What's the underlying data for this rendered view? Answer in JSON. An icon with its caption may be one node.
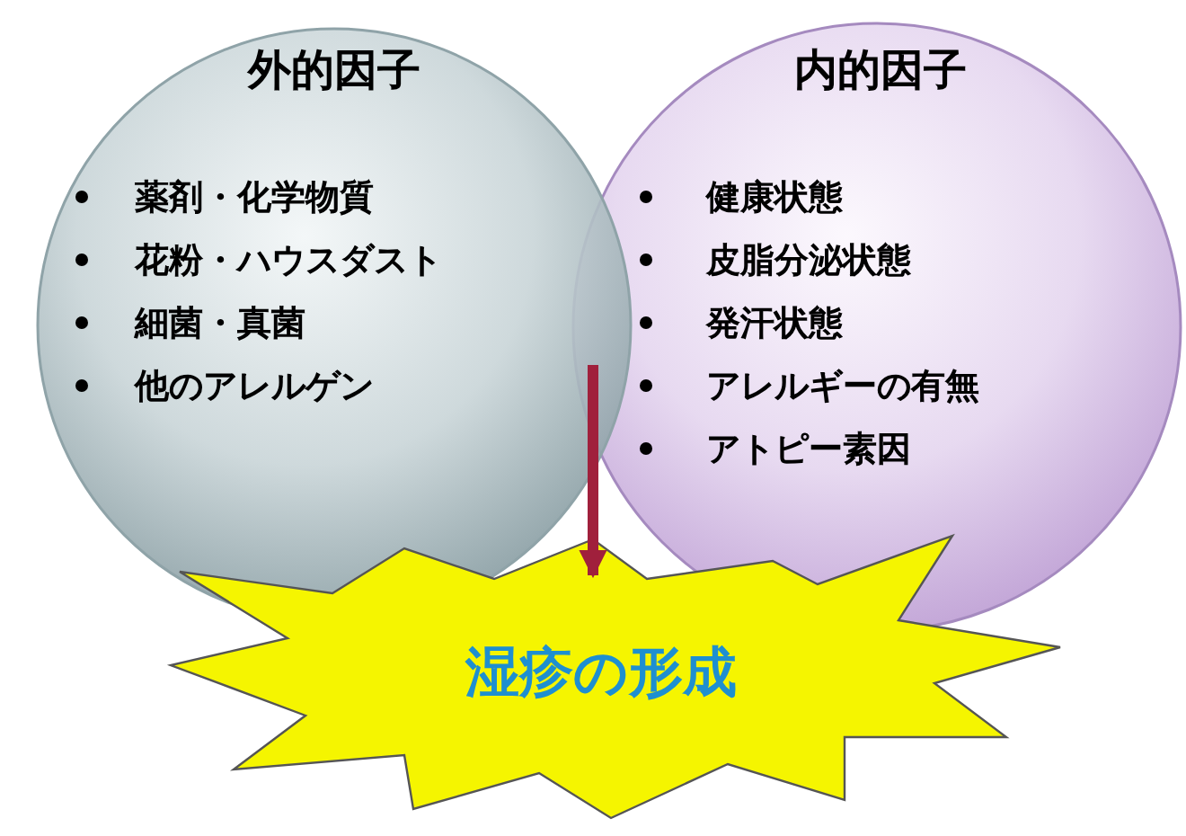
{
  "diagram": {
    "nodes": [
      {
        "text": [
          "外的因子",
          "薬剤・化学物質",
          "花粉・ハウスダスト",
          "細菌・真菌",
          "他のアレルゲン"
        ]
      },
      {
        "text": [
          "内的因子",
          "健康状態",
          "皮脂分泌状態",
          "発汗状態",
          "アレルギーの有無",
          "アトピー素因"
        ]
      },
      {
        "text": [
          "湿疹の形成"
        ]
      }
    ],
    "edges": [
      {
        "from": 0,
        "to": 2,
        "arrow": "to"
      },
      {
        "from": 1,
        "to": 2,
        "arrow": "to"
      }
    ]
  }
}
